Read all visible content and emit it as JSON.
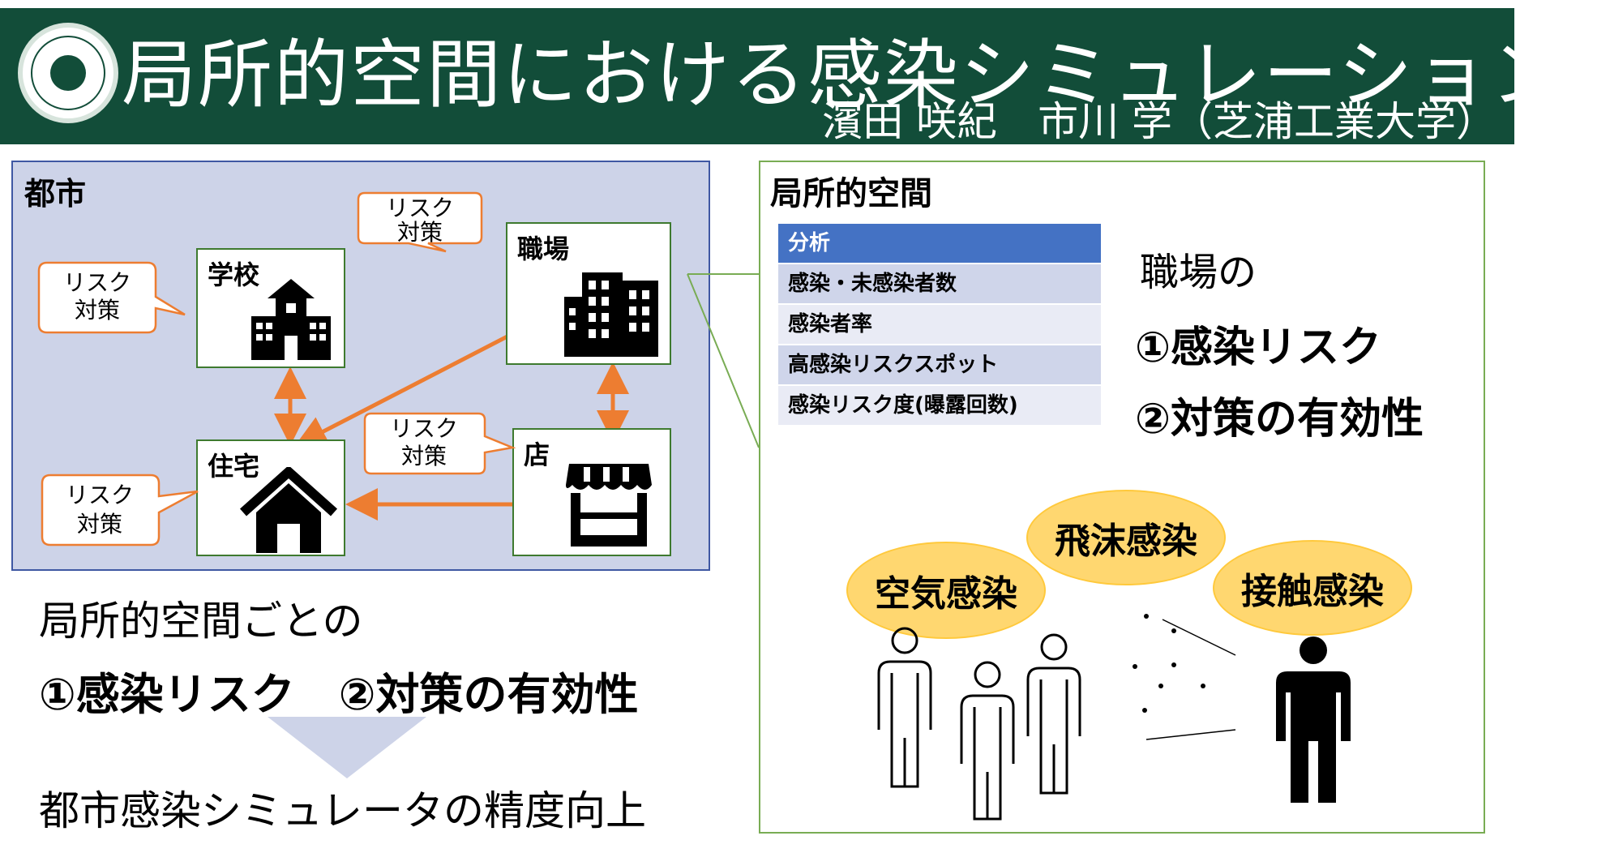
{
  "header": {
    "title": "局所的空間における感染シミュレーション",
    "authors": "濱田 咲紀　市川 学（芝浦工業大学）",
    "bg_color": "#124d39"
  },
  "city": {
    "label": "都市",
    "panel_color": "#cdd3e8",
    "buildings": {
      "school": "学校",
      "workplace": "職場",
      "home": "住宅",
      "shop": "店"
    },
    "callout_text": [
      "リスク",
      "対策"
    ],
    "arrow_color": "#ed7d31"
  },
  "local": {
    "label": "局所的空間",
    "table": {
      "header": "分析",
      "rows": [
        "感染・未感染者数",
        "感染者率",
        "高感染リスクスポット",
        "感染リスク度(曝露回数)"
      ]
    },
    "workplace_of": "職場の",
    "risk": "①感染リスク",
    "effectiveness": "②対策の有効性",
    "infection_types": [
      "空気感染",
      "飛沫感染",
      "接触感染"
    ]
  },
  "bottom": {
    "local_each": "局所的空間ごとの",
    "risk_line": "①感染リスク　②対策の有効性",
    "result": "都市感染シミュレータの精度向上"
  }
}
